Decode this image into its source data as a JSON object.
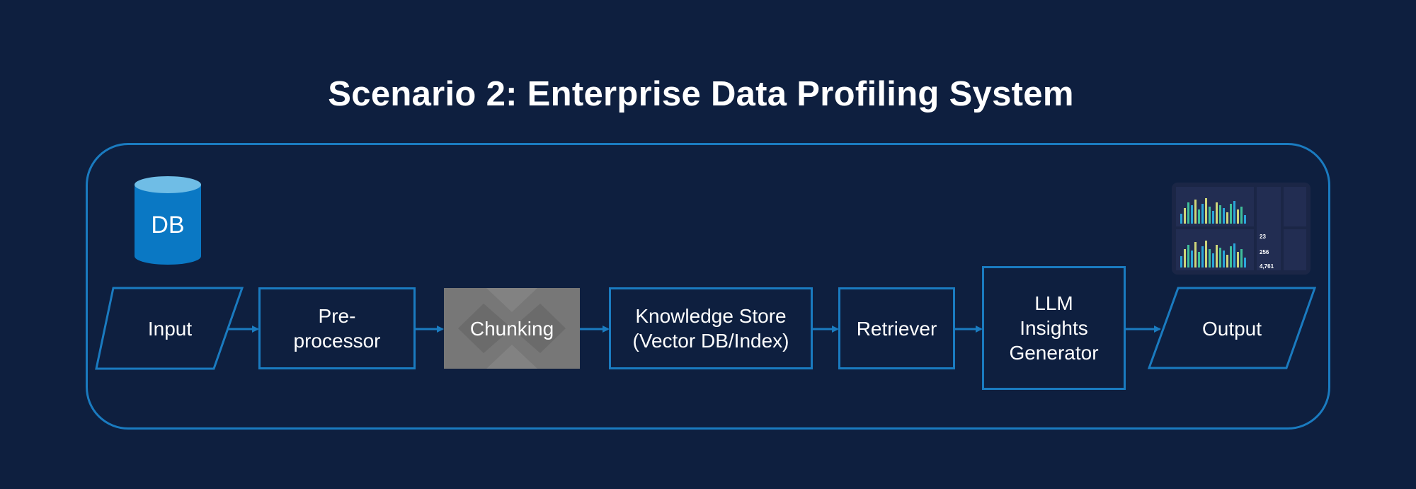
{
  "title": "Scenario 2: Enterprise Data Profiling System",
  "database": {
    "label": "DB"
  },
  "nodes": {
    "input": "Input",
    "preprocessor_line1": "Pre-",
    "preprocessor_line2": "processor",
    "chunking": "Chunking",
    "knowledge_store_line1": "Knowledge Store",
    "knowledge_store_line2": "(Vector DB/Index)",
    "retriever": "Retriever",
    "llm_line1": "LLM",
    "llm_line2": "Insights",
    "llm_line3": "Generator",
    "output": "Output"
  },
  "dashboard_thumbnail": {
    "values": [
      "23",
      "256",
      "4,761"
    ]
  },
  "colors": {
    "background": "#0e1f3f",
    "accent": "#1a7bc0",
    "chunking_fill": "#777777",
    "db_body": "#0a78c4",
    "db_top": "#6fbde6"
  }
}
